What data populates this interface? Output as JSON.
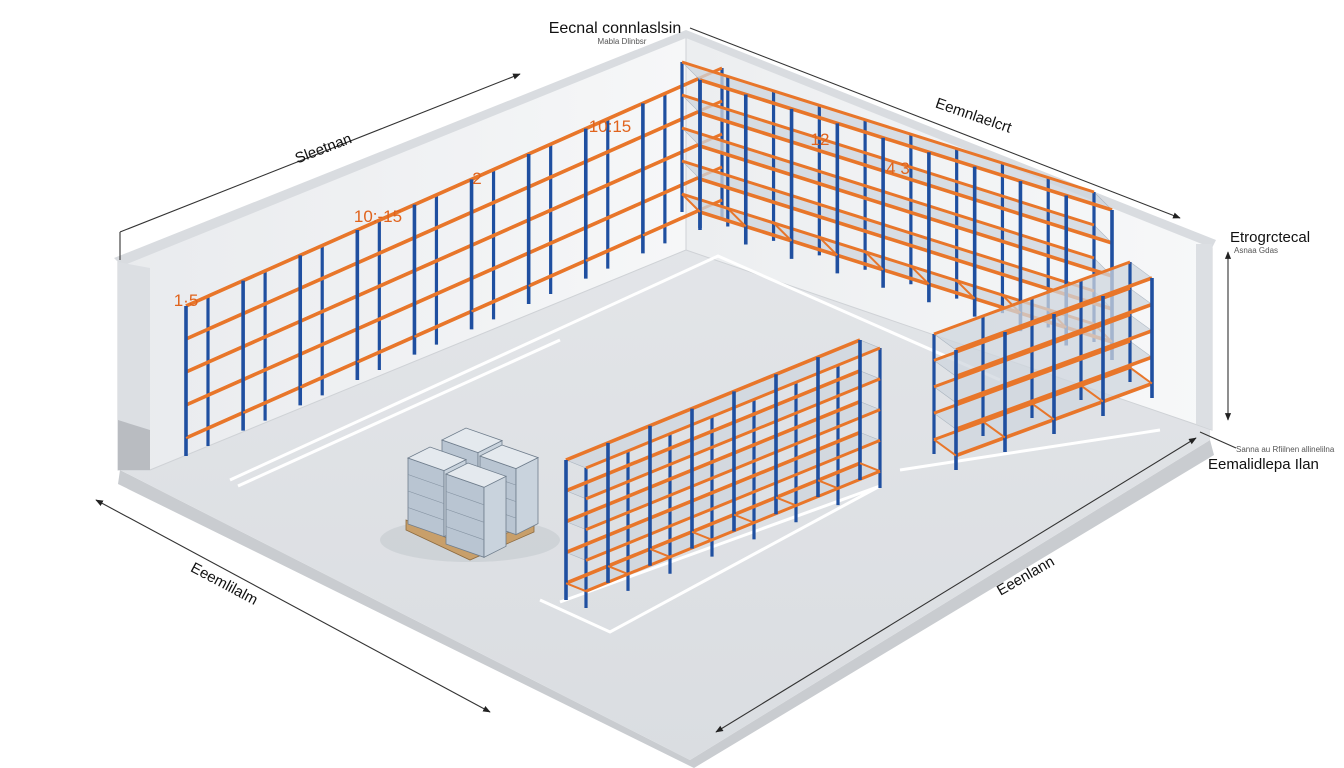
{
  "title": {
    "main": "Eecnal connlaslsin",
    "sub": "Mabla Dlinbsr"
  },
  "dimensions": {
    "back_left": "Sleetnan",
    "back_right": "Eemnlaelcrt",
    "right_height": {
      "label": "Etrogrctecal",
      "sub": "Asnaa Gdas"
    },
    "right_note": {
      "sub": "Sanna au Rfiilnen allinelilna",
      "label": "Eemalidlepa Ilan"
    },
    "front_left": "Eeemlilalm",
    "front_right": "Eeenlann"
  },
  "zones": [
    {
      "id": "z1",
      "label": "1·5"
    },
    {
      "id": "z2",
      "label": "10:-15"
    },
    {
      "id": "z3",
      "label": "2"
    },
    {
      "id": "z4",
      "label": "10:15"
    },
    {
      "id": "z5",
      "label": "12"
    },
    {
      "id": "z6",
      "label": "4 3"
    }
  ],
  "colors": {
    "rack_upright": "#1f4fa0",
    "rack_beam": "#e8762a",
    "zone_label": "#e0631c",
    "floor": "#e3e5e8",
    "wall": "#f0f1f3",
    "wall_edge": "#d4d7db",
    "pallet_box": "#c9d3dd",
    "pallet_wood": "#c89f6a"
  }
}
